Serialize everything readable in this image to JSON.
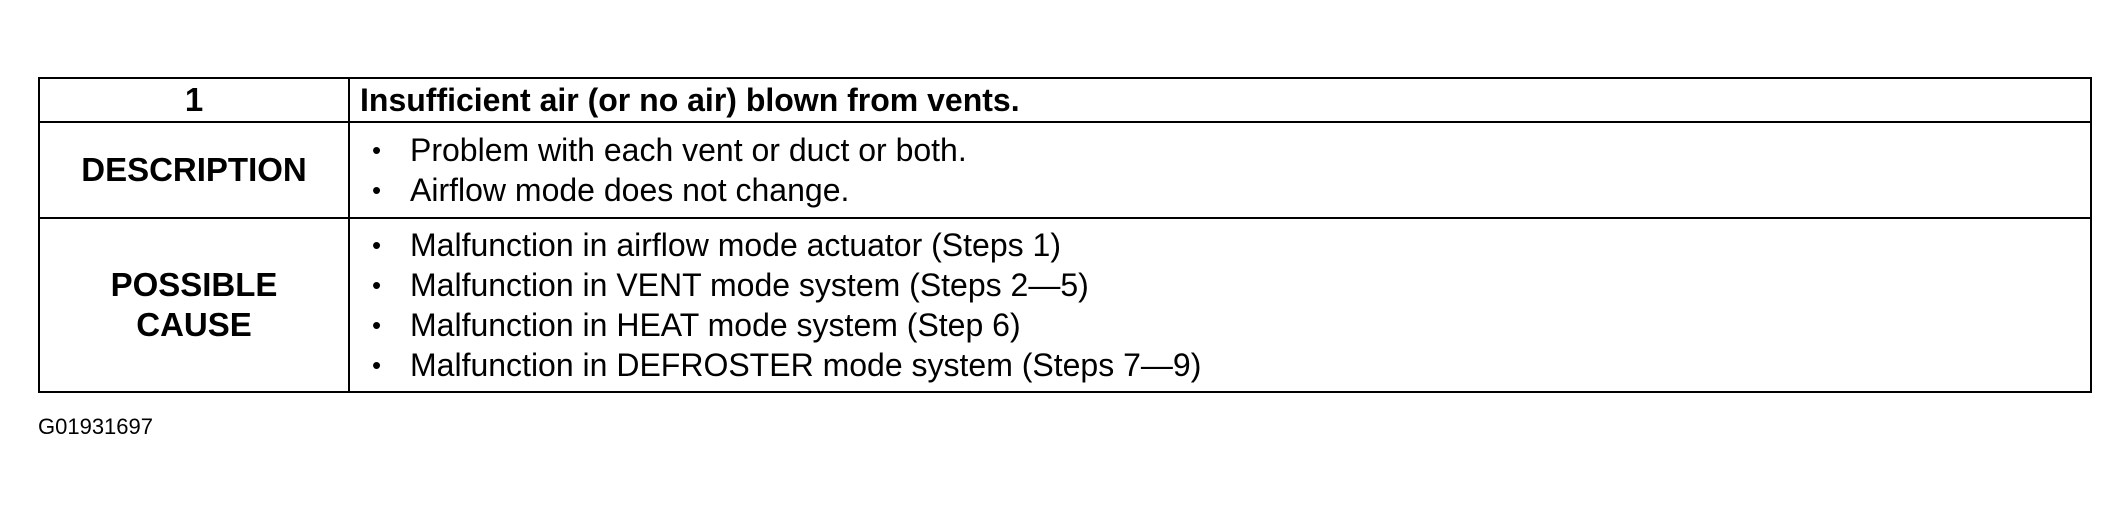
{
  "table": {
    "title_row": {
      "number": "1",
      "title": "Insufficient air (or no air) blown from vents."
    },
    "description_row": {
      "label": "DESCRIPTION",
      "bullets": [
        "Problem with each vent or duct or both.",
        "Airflow mode does not change."
      ]
    },
    "cause_row": {
      "label_line1": "POSSIBLE",
      "label_line2": "CAUSE",
      "bullets": [
        "Malfunction in airflow mode actuator (Steps 1)",
        "Malfunction in VENT mode system (Steps 2—5)",
        "Malfunction in HEAT mode system (Step 6)",
        "Malfunction in DEFROSTER mode system (Steps 7—9)"
      ]
    },
    "bullet_glyph": "•"
  },
  "figure_id": "G01931697"
}
